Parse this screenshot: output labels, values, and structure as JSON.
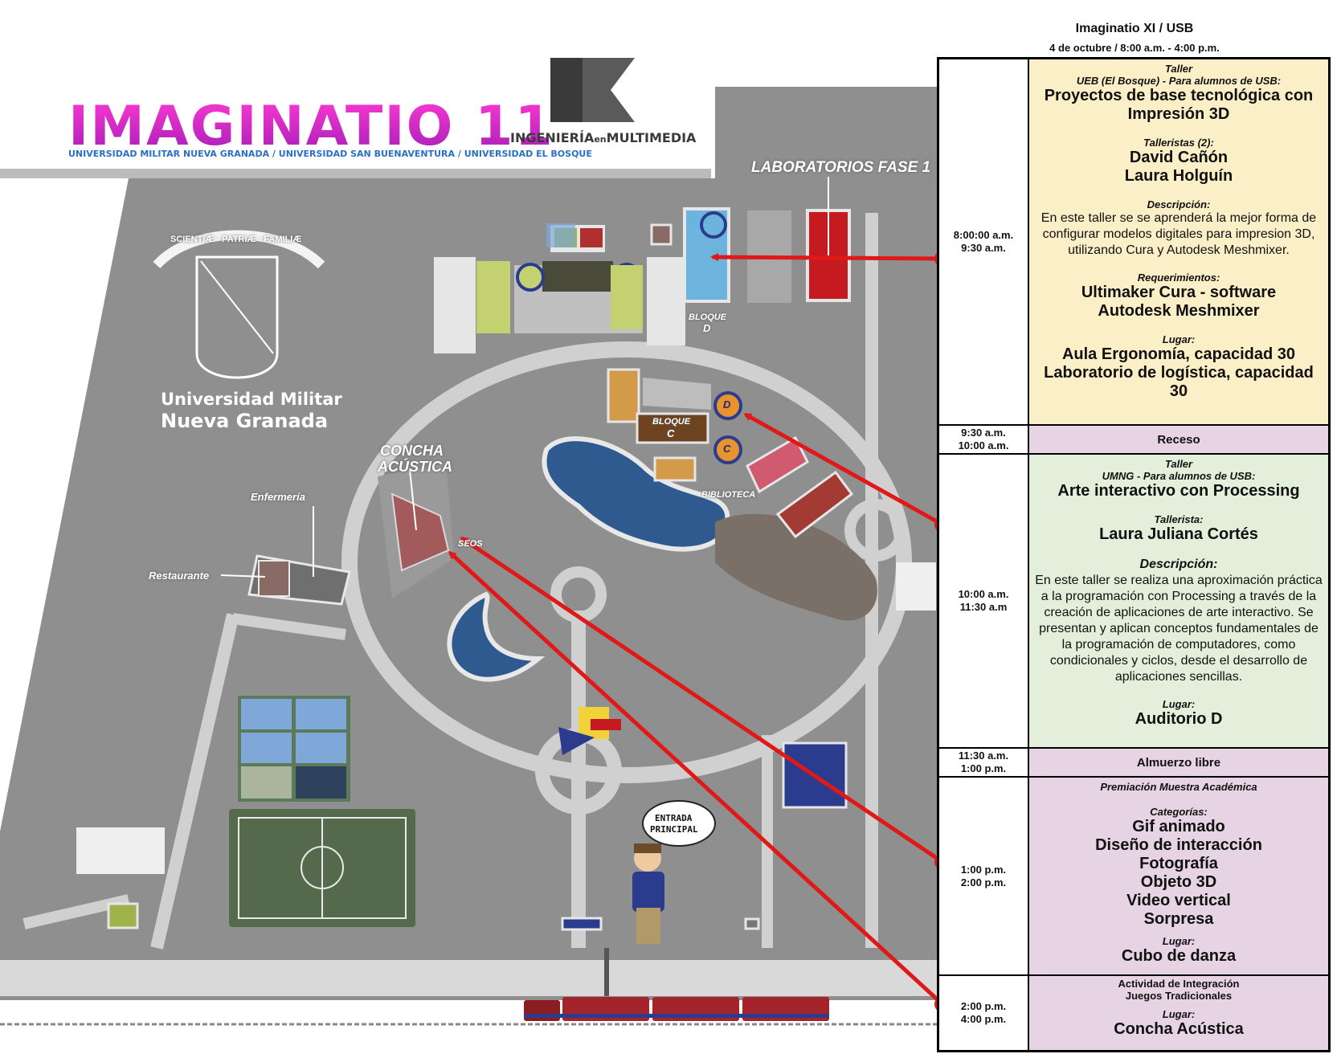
{
  "header": {
    "event_logo_text": "IMAGINATIO 11",
    "event_universities": "UNIVERSIDAD MILITAR NUEVA GRANADA / UNIVERSIDAD SAN BUENAVENTURA / UNIVERSIDAD EL BOSQUE",
    "program_logo_a": "INGENIERÍA",
    "program_logo_b": "en",
    "program_logo_c": "MULTIMEDIA"
  },
  "map": {
    "crest_motto": "SCIENTIÆ · PATRIÆ · FAMILIÆ",
    "university_name_1": "Universidad Militar",
    "university_name_2": "Nueva Granada",
    "labels": {
      "labs": "LABORATORIOS FASE 1",
      "bloque_d_1": "BLOQUE",
      "bloque_d_2": "D",
      "bloque_c_1": "BLOQUE",
      "bloque_c_2": "C",
      "biblioteca": "BIBLIOTECA",
      "concha_1": "CONCHA",
      "concha_2": "ACÚSTICA",
      "paseos": "SEOS",
      "enfermeria": "Enfermería",
      "restaurante": "Restaurante",
      "entrada_1": "ENTRADA",
      "entrada_2": "PRINCIPAL",
      "marker_d": "D",
      "marker_c": "C"
    },
    "colors": {
      "ground": "#8f8f8f",
      "road": "#cfcfcf",
      "water": "#2f5a8f",
      "arrow": "#e01818"
    }
  },
  "schedule": {
    "title": "Imaginatio XI / USB",
    "subtitle": "4 de octubre / 8:00 a.m. - 4:00 p.m.",
    "rows": [
      {
        "time_1": "8:00:00 a.m.",
        "time_2": "9:30 a.m.",
        "kind": "Taller",
        "org": "UEB (El Bosque) - Para alumnos de USB:",
        "title_1": "Proyectos de base tecnológica con",
        "title_2": "Impresión 3D",
        "people_label": "Talleristas (2):",
        "person_1": "David Cañón",
        "person_2": "Laura Holguín",
        "desc_label": "Descripción:",
        "desc": "En este taller se se aprenderá la mejor forma de configurar modelos digitales para impresion 3D, utilizando Cura y Autodesk Meshmixer.",
        "req_label": "Requerimientos:",
        "req_1": "Ultimaker Cura - software",
        "req_2": "Autodesk Meshmixer",
        "place_label": "Lugar:",
        "place_1": "Aula Ergonomía, capacidad 30",
        "place_2": "Laboratorio de logística, capacidad 30",
        "color": "#fbefc8"
      },
      {
        "time_1": "9:30 a.m.",
        "time_2": "10:00 a.m.",
        "label": "Receso",
        "color": "#e6d3e3"
      },
      {
        "time_1": "10:00 a.m.",
        "time_2": "11:30 a.m",
        "kind": "Taller",
        "org": "UMNG - Para alumnos de USB:",
        "title_1": "Arte interactivo con Processing",
        "people_label": "Tallerista:",
        "person_1": "Laura Juliana Cortés",
        "desc_label": "Descripción:",
        "desc": "En este taller se realiza una aproximación práctica a la programación con Processing a través de la creación de aplicaciones de arte interactivo. Se presentan y aplican conceptos fundamentales de la programación de computadores, como condicionales y ciclos, desde el desarrollo de aplicaciones sencillas.",
        "place_label": "Lugar:",
        "place_1": "Auditorio D",
        "color": "#e3efda"
      },
      {
        "time_1": "11:30 a.m.",
        "time_2": "1:00 p.m.",
        "label": "Almuerzo libre",
        "color": "#e6d3e3"
      },
      {
        "time_1": "1:00 p.m.",
        "time_2": "2:00 p.m.",
        "kind": "Premiación Muestra Académica",
        "cat_label": "Categorías:",
        "categories": [
          "Gif animado",
          "Diseño de interacción",
          "Fotografía",
          "Objeto 3D",
          "Video vertical",
          "Sorpresa"
        ],
        "place_label": "Lugar:",
        "place_1": "Cubo de danza",
        "color": "#e6d3e3"
      },
      {
        "time_1": "2:00 p.m.",
        "time_2": "4:00 p.m.",
        "kind_1": "Actividad de Integración",
        "kind_2": "Juegos Tradicionales",
        "place_label": "Lugar:",
        "place_1": "Concha Acústica",
        "color": "#e6d3e3"
      }
    ]
  }
}
